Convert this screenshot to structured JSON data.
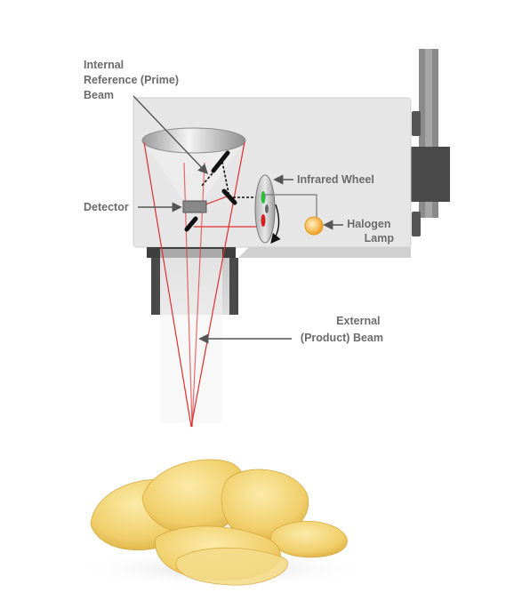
{
  "labels": {
    "internal_beam": [
      "Internal",
      "Reference (Prime)",
      "Beam"
    ],
    "detector": "Detector",
    "infrared_wheel": "Infrared Wheel",
    "halogen_lamp": [
      "Halogen",
      "Lamp"
    ],
    "external_beam": [
      "External",
      "(Product) Beam"
    ]
  },
  "colors": {
    "housing": "#e6e6e6",
    "housing_edge": "#bdbdbd",
    "dark_metal": "#4a4a4a",
    "beam": "#e03030",
    "label_text": "#6b6b6b",
    "arrow": "#555555",
    "lamp": "#f5a623",
    "wheel_led_green": "#2bbf3a",
    "wheel_led_red": "#d21f1f",
    "chips": "#f2d37a"
  },
  "icons": {
    "wheel": "infrared-wheel-icon",
    "lamp": "halogen-lamp-icon",
    "chips": "potato-chips-image"
  }
}
